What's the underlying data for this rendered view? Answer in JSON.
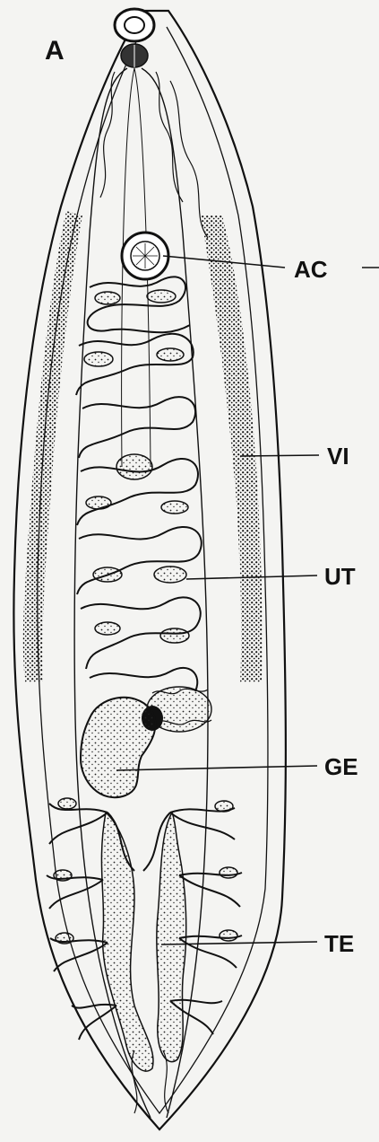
{
  "figure": {
    "panel_letter": "A",
    "ink_color": "#111111",
    "paper_color": "#f4f4f2",
    "labels": {
      "ac": "AC",
      "vi": "VI",
      "ut": "UT",
      "ge": "GE",
      "te": "TE"
    }
  }
}
